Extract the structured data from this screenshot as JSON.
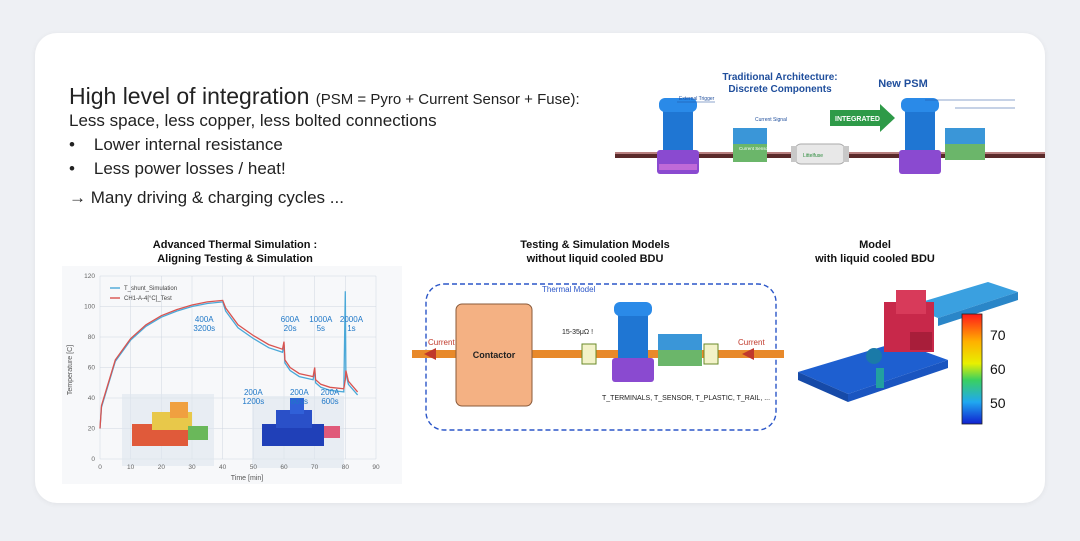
{
  "slide": {
    "title_main": "High level of integration",
    "title_paren": "(PSM = Pyro + Current Sensor + Fuse):",
    "subtitle": "Less space, less copper, less bolted connections",
    "bullets": [
      "Lower internal resistance",
      "Less power losses / heat!"
    ],
    "arrow_line": "→ Many driving & charging cycles ..."
  },
  "top_diagram": {
    "traditional_label_1": "Traditional Architecture:",
    "traditional_label_2": "Discrete Components",
    "new_psm_label": "New PSM",
    "integrated_label": "INTEGRATED",
    "external_trigger": "External Trigger",
    "current_signal": "Current Signal",
    "current_sensor_box": "Current Sensor",
    "fuse_label": "Littelfuse"
  },
  "section_titles": {
    "sim_line1": "Advanced Thermal Simulation :",
    "sim_line2": "Aligning Testing & Simulation",
    "models_line1": "Testing & Simulation Models",
    "models_line2": "without liquid cooled BDU",
    "model_line1": "Model",
    "model_line2": "with liquid cooled BDU"
  },
  "thermal_model": {
    "title": "Thermal Model",
    "current_left": "Current",
    "current_right": "Current",
    "contactor": "Contactor",
    "resistance": "15-35μΩ !",
    "temps": "T_TERMINALS, T_SENSOR, T_PLASTIC, T_RAIL, ..."
  },
  "colorbar": {
    "ticks": [
      "70",
      "60",
      "50"
    ]
  },
  "chart_data": {
    "type": "line",
    "title": "",
    "xlabel": "Time [min]",
    "ylabel": "Temperature [C]",
    "xlim": [
      0,
      90
    ],
    "ylim": [
      0,
      120
    ],
    "xticks": [
      0,
      10,
      20,
      30,
      40,
      50,
      60,
      70,
      80,
      90
    ],
    "yticks": [
      0,
      20,
      40,
      60,
      80,
      100,
      120
    ],
    "grid": true,
    "legend_position": "top-left",
    "series": [
      {
        "name": "T_shunt_Simulation",
        "color": "#4aa8d8",
        "x": [
          0,
          0.5,
          5,
          10,
          15,
          20,
          25,
          30,
          35,
          40,
          41,
          45,
          50,
          55,
          59.5,
          60,
          60.3,
          62,
          65,
          69.5,
          70,
          70.3,
          72,
          75,
          79.5,
          80,
          80.2,
          81,
          84
        ],
        "y": [
          20,
          34,
          64,
          78,
          87,
          93,
          97,
          100,
          102,
          103,
          97,
          86,
          79,
          73,
          70,
          75,
          63,
          58,
          54,
          52,
          58,
          50,
          47,
          45,
          44,
          110,
          56,
          49,
          42
        ]
      },
      {
        "name": "CH1-A-4[°C]_Test",
        "color": "#d9534f",
        "x": [
          0,
          0.5,
          5,
          10,
          15,
          20,
          25,
          30,
          35,
          40,
          41,
          45,
          50,
          55,
          59.5,
          60,
          60.3,
          62,
          65,
          69.5,
          70,
          70.3,
          72,
          75,
          79.5,
          80,
          80.2,
          81,
          84
        ],
        "y": [
          20,
          35,
          65,
          79,
          88,
          94,
          98,
          101,
          103,
          104,
          99,
          88,
          81,
          75,
          72,
          77,
          65,
          60,
          56,
          54,
          60,
          52,
          49,
          47,
          46,
          52,
          58,
          51,
          44
        ]
      }
    ],
    "annotations": [
      {
        "text": "400A 3200s",
        "x": 34,
        "y": 90,
        "color": "#1f78c8"
      },
      {
        "text": "600A 20s",
        "x": 62,
        "y": 90,
        "color": "#1f78c8"
      },
      {
        "text": "1000A 5s",
        "x": 72,
        "y": 90,
        "color": "#1f78c8"
      },
      {
        "text": "2000A 1s",
        "x": 82,
        "y": 90,
        "color": "#1f78c8"
      },
      {
        "text": "200A 1200s",
        "x": 50,
        "y": 42,
        "color": "#1f78c8"
      },
      {
        "text": "200A 600s",
        "x": 65,
        "y": 42,
        "color": "#1f78c8"
      },
      {
        "text": "200A 600s",
        "x": 75,
        "y": 42,
        "color": "#1f78c8"
      }
    ]
  }
}
